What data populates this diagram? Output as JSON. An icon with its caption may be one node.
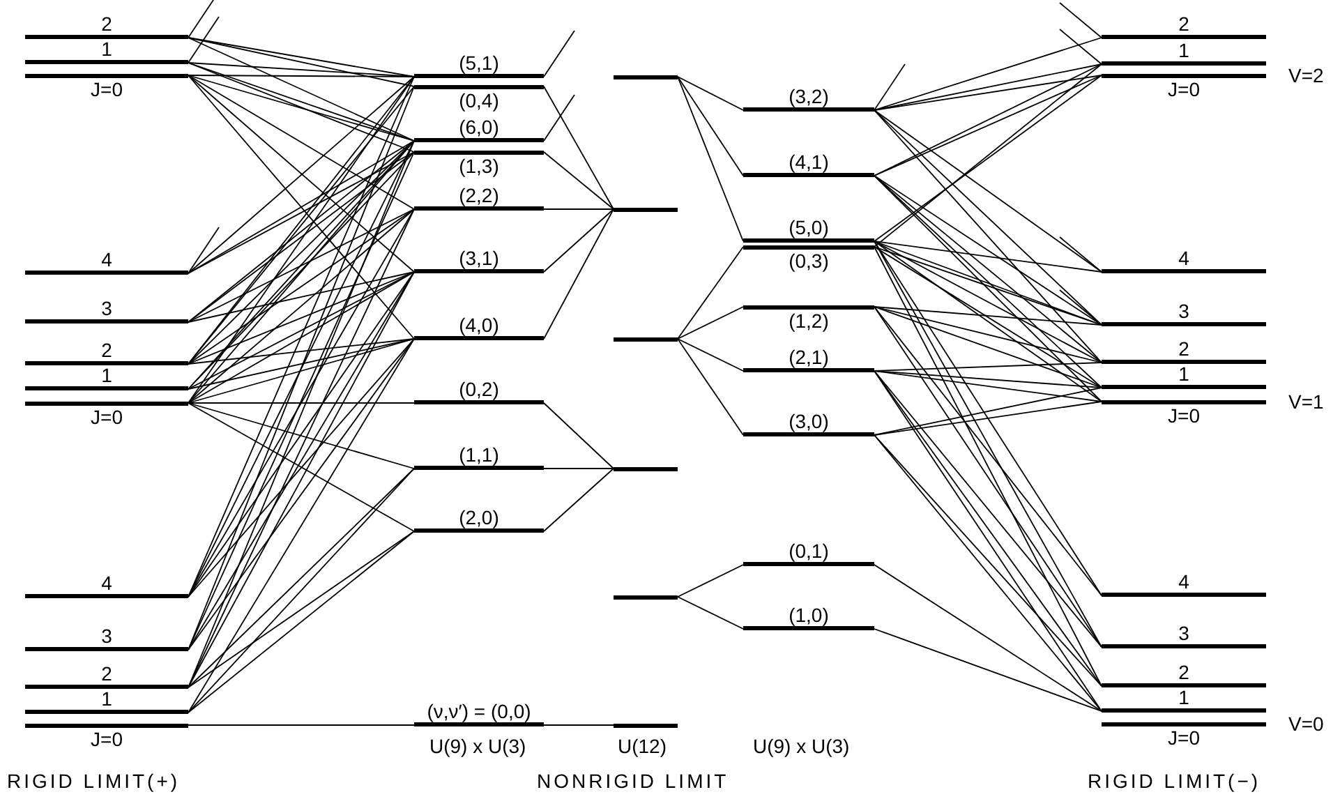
{
  "diagram": {
    "nodes": [
      {
        "text": [
          "2"
        ]
      },
      {
        "text": [
          "1"
        ]
      },
      {
        "text": [
          "J=0"
        ]
      },
      {
        "text": [
          "4"
        ]
      },
      {
        "text": [
          "3"
        ]
      },
      {
        "text": [
          "2"
        ]
      },
      {
        "text": [
          "1"
        ]
      },
      {
        "text": [
          "J=0"
        ]
      },
      {
        "text": [
          "4"
        ]
      },
      {
        "text": [
          "3"
        ]
      },
      {
        "text": [
          "2"
        ]
      },
      {
        "text": [
          "1"
        ]
      },
      {
        "text": [
          "J=0"
        ]
      },
      {
        "text": [
          "(5,1)"
        ]
      },
      {
        "text": [
          "(0,4)"
        ]
      },
      {
        "text": [
          "(6,0)"
        ]
      },
      {
        "text": [
          "(1,3)"
        ]
      },
      {
        "text": [
          "(2,2)"
        ]
      },
      {
        "text": [
          "(3,1)"
        ]
      },
      {
        "text": [
          "(4,0)"
        ]
      },
      {
        "text": [
          "(0,2)"
        ]
      },
      {
        "text": [
          "(1,1)"
        ]
      },
      {
        "text": [
          "(2,0)"
        ]
      },
      {
        "text": [
          "(ν,ν′) = (0,0)"
        ]
      },
      {
        "text": [],
        "shape": "bar"
      },
      {
        "text": [],
        "shape": "bar"
      },
      {
        "text": [],
        "shape": "bar"
      },
      {
        "text": [],
        "shape": "bar"
      },
      {
        "text": [],
        "shape": "bar"
      },
      {
        "text": [],
        "shape": "bar"
      },
      {
        "text": [
          "(3,2)"
        ]
      },
      {
        "text": [
          "(4,1)"
        ]
      },
      {
        "text": [
          "(5,0)"
        ]
      },
      {
        "text": [
          "(0,3)"
        ]
      },
      {
        "text": [
          "(1,2)"
        ]
      },
      {
        "text": [
          "(2,1)"
        ]
      },
      {
        "text": [
          "(3,0)"
        ]
      },
      {
        "text": [
          "(0,1)"
        ]
      },
      {
        "text": [
          "(1,0)"
        ]
      },
      {
        "text": [
          "2"
        ]
      },
      {
        "text": [
          "1"
        ]
      },
      {
        "text": [
          "J=0"
        ]
      },
      {
        "text": [
          "4"
        ]
      },
      {
        "text": [
          "3"
        ]
      },
      {
        "text": [
          "2"
        ]
      },
      {
        "text": [
          "1"
        ]
      },
      {
        "text": [
          "J=0"
        ]
      },
      {
        "text": [
          "4"
        ]
      },
      {
        "text": [
          "3"
        ]
      },
      {
        "text": [
          "2"
        ]
      },
      {
        "text": [
          "1"
        ]
      },
      {
        "text": [
          "J=0"
        ]
      }
    ],
    "edges": [
      {
        "from": 0,
        "to": 13,
        "arrow": "none"
      },
      {
        "from": 0,
        "to": 14,
        "arrow": "none"
      },
      {
        "from": 0,
        "to": 15,
        "arrow": "none"
      },
      {
        "from": 0,
        "to": null,
        "arrow": "none"
      },
      {
        "from": 1,
        "to": 13,
        "arrow": "none"
      },
      {
        "from": 1,
        "to": 15,
        "arrow": "none"
      },
      {
        "from": 1,
        "to": 16,
        "arrow": "none"
      },
      {
        "from": 1,
        "to": null,
        "arrow": "none"
      },
      {
        "from": 2,
        "to": 13,
        "arrow": "none"
      },
      {
        "from": 2,
        "to": 15,
        "arrow": "none"
      },
      {
        "from": 2,
        "to": 17,
        "arrow": "none"
      },
      {
        "from": 2,
        "to": 18,
        "arrow": "none"
      },
      {
        "from": 2,
        "to": 19,
        "arrow": "none"
      },
      {
        "from": 3,
        "to": 13,
        "arrow": "none"
      },
      {
        "from": 3,
        "to": 15,
        "arrow": "none"
      },
      {
        "from": 3,
        "to": 16,
        "arrow": "none"
      },
      {
        "from": 3,
        "to": null,
        "arrow": "none"
      },
      {
        "from": 4,
        "to": 15,
        "arrow": "none"
      },
      {
        "from": 4,
        "to": 16,
        "arrow": "none"
      },
      {
        "from": 4,
        "to": 17,
        "arrow": "none"
      },
      {
        "from": 4,
        "to": 18,
        "arrow": "none"
      },
      {
        "from": 5,
        "to": 13,
        "arrow": "none"
      },
      {
        "from": 5,
        "to": 14,
        "arrow": "none"
      },
      {
        "from": 5,
        "to": 15,
        "arrow": "none"
      },
      {
        "from": 5,
        "to": 17,
        "arrow": "none"
      },
      {
        "from": 5,
        "to": 18,
        "arrow": "none"
      },
      {
        "from": 5,
        "to": 19,
        "arrow": "none"
      },
      {
        "from": 6,
        "to": 15,
        "arrow": "none"
      },
      {
        "from": 6,
        "to": 16,
        "arrow": "none"
      },
      {
        "from": 6,
        "to": 18,
        "arrow": "none"
      },
      {
        "from": 6,
        "to": 19,
        "arrow": "none"
      },
      {
        "from": 7,
        "to": 13,
        "arrow": "none"
      },
      {
        "from": 7,
        "to": 15,
        "arrow": "none"
      },
      {
        "from": 7,
        "to": 17,
        "arrow": "none"
      },
      {
        "from": 7,
        "to": 18,
        "arrow": "none"
      },
      {
        "from": 7,
        "to": 19,
        "arrow": "none"
      },
      {
        "from": 7,
        "to": 20,
        "arrow": "none"
      },
      {
        "from": 7,
        "to": 21,
        "arrow": "none"
      },
      {
        "from": 7,
        "to": 22,
        "arrow": "none"
      },
      {
        "from": 8,
        "to": 13,
        "arrow": "none"
      },
      {
        "from": 8,
        "to": 15,
        "arrow": "none"
      },
      {
        "from": 8,
        "to": 17,
        "arrow": "none"
      },
      {
        "from": 8,
        "to": 18,
        "arrow": "none"
      },
      {
        "from": 8,
        "to": 19,
        "arrow": "none"
      },
      {
        "from": 9,
        "to": 14,
        "arrow": "none"
      },
      {
        "from": 9,
        "to": 16,
        "arrow": "none"
      },
      {
        "from": 9,
        "to": 18,
        "arrow": "none"
      },
      {
        "from": 9,
        "to": 19,
        "arrow": "none"
      },
      {
        "from": 10,
        "to": 15,
        "arrow": "none"
      },
      {
        "from": 10,
        "to": 17,
        "arrow": "none"
      },
      {
        "from": 10,
        "to": 18,
        "arrow": "none"
      },
      {
        "from": 10,
        "to": 21,
        "arrow": "none"
      },
      {
        "from": 10,
        "to": 22,
        "arrow": "none"
      },
      {
        "from": 11,
        "to": 19,
        "arrow": "none"
      },
      {
        "from": 11,
        "to": 21,
        "arrow": "none"
      },
      {
        "from": 11,
        "to": 22,
        "arrow": "none"
      },
      {
        "from": 12,
        "to": 23,
        "arrow": "none"
      },
      {
        "from": 13,
        "to": null,
        "arrow": "none"
      },
      {
        "from": 14,
        "to": 25,
        "arrow": "none"
      },
      {
        "from": 15,
        "to": null,
        "arrow": "none"
      },
      {
        "from": 16,
        "to": 25,
        "arrow": "none"
      },
      {
        "from": 17,
        "to": 25,
        "arrow": "none"
      },
      {
        "from": 18,
        "to": 25,
        "arrow": "none"
      },
      {
        "from": 19,
        "to": 25,
        "arrow": "none"
      },
      {
        "from": 20,
        "to": 27,
        "arrow": "none"
      },
      {
        "from": 21,
        "to": 27,
        "arrow": "none"
      },
      {
        "from": 22,
        "to": 27,
        "arrow": "none"
      },
      {
        "from": 23,
        "to": 29,
        "arrow": "none"
      },
      {
        "from": 24,
        "to": 30,
        "arrow": "none"
      },
      {
        "from": 24,
        "to": 31,
        "arrow": "none"
      },
      {
        "from": 24,
        "to": 32,
        "arrow": "none"
      },
      {
        "from": 26,
        "to": 33,
        "arrow": "none"
      },
      {
        "from": 26,
        "to": 34,
        "arrow": "none"
      },
      {
        "from": 26,
        "to": 35,
        "arrow": "none"
      },
      {
        "from": 26,
        "to": 36,
        "arrow": "none"
      },
      {
        "from": 28,
        "to": 37,
        "arrow": "none"
      },
      {
        "from": 28,
        "to": 38,
        "arrow": "none"
      },
      {
        "from": 30,
        "to": 39,
        "arrow": "none"
      },
      {
        "from": 30,
        "to": 40,
        "arrow": "none"
      },
      {
        "from": 30,
        "to": 41,
        "arrow": "none"
      },
      {
        "from": 30,
        "to": 42,
        "arrow": "none"
      },
      {
        "from": 30,
        "to": 43,
        "arrow": "none"
      },
      {
        "from": 30,
        "to": 44,
        "arrow": "none"
      },
      {
        "from": 30,
        "to": null,
        "arrow": "none"
      },
      {
        "from": 31,
        "to": 40,
        "arrow": "none"
      },
      {
        "from": 31,
        "to": 41,
        "arrow": "none"
      },
      {
        "from": 31,
        "to": 43,
        "arrow": "none"
      },
      {
        "from": 31,
        "to": 44,
        "arrow": "none"
      },
      {
        "from": 31,
        "to": 45,
        "arrow": "none"
      },
      {
        "from": 31,
        "to": 46,
        "arrow": "none"
      },
      {
        "from": 32,
        "to": 41,
        "arrow": "none"
      },
      {
        "from": 32,
        "to": 42,
        "arrow": "none"
      },
      {
        "from": 32,
        "to": 43,
        "arrow": "none"
      },
      {
        "from": 32,
        "to": 44,
        "arrow": "none"
      },
      {
        "from": 32,
        "to": 46,
        "arrow": "none"
      },
      {
        "from": 32,
        "to": 47,
        "arrow": "none"
      },
      {
        "from": 32,
        "to": 48,
        "arrow": "none"
      },
      {
        "from": 33,
        "to": 40,
        "arrow": "none"
      },
      {
        "from": 33,
        "to": 43,
        "arrow": "none"
      },
      {
        "from": 33,
        "to": 45,
        "arrow": "none"
      },
      {
        "from": 33,
        "to": 49,
        "arrow": "none"
      },
      {
        "from": 34,
        "to": 43,
        "arrow": "none"
      },
      {
        "from": 34,
        "to": 44,
        "arrow": "none"
      },
      {
        "from": 34,
        "to": 45,
        "arrow": "none"
      },
      {
        "from": 34,
        "to": 47,
        "arrow": "none"
      },
      {
        "from": 34,
        "to": 48,
        "arrow": "none"
      },
      {
        "from": 35,
        "to": 44,
        "arrow": "none"
      },
      {
        "from": 35,
        "to": 45,
        "arrow": "none"
      },
      {
        "from": 35,
        "to": 46,
        "arrow": "none"
      },
      {
        "from": 35,
        "to": 48,
        "arrow": "none"
      },
      {
        "from": 35,
        "to": 49,
        "arrow": "none"
      },
      {
        "from": 35,
        "to": 50,
        "arrow": "none"
      },
      {
        "from": 36,
        "to": 45,
        "arrow": "none"
      },
      {
        "from": 36,
        "to": 46,
        "arrow": "none"
      },
      {
        "from": 36,
        "to": 49,
        "arrow": "none"
      },
      {
        "from": 36,
        "to": 50,
        "arrow": "none"
      },
      {
        "from": 37,
        "to": 50,
        "arrow": "none"
      },
      {
        "from": 38,
        "to": 50,
        "arrow": "none"
      },
      {
        "from": 39,
        "to": null,
        "arrow": "none"
      },
      {
        "from": 40,
        "to": null,
        "arrow": "none"
      },
      {
        "from": 42,
        "to": null,
        "arrow": "none"
      },
      {
        "from": 43,
        "to": null,
        "arrow": "none"
      }
    ],
    "labels": [
      "V=2",
      "V=1",
      "V=0",
      "U(9) x U(3)",
      "U(12)",
      "U(9) x U(3)",
      "RIGID LIMIT(+)",
      "NONRIGID LIMIT",
      "RIGID LIMIT(−)"
    ]
  }
}
